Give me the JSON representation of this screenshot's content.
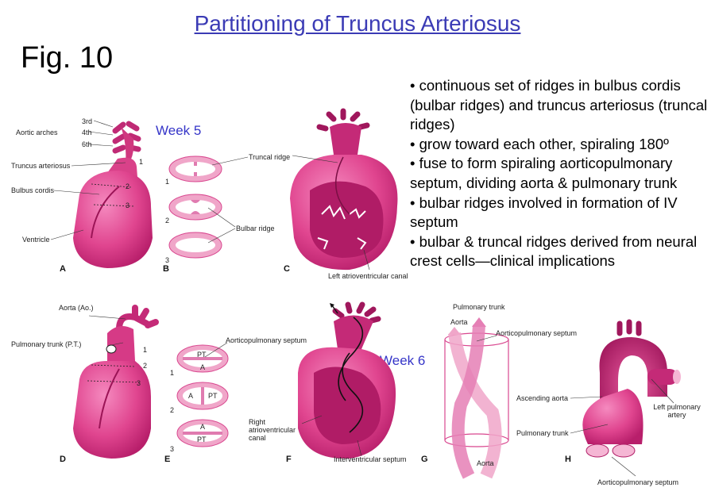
{
  "title": "Partitioning of Truncus Arteriosus",
  "fig_label": "Fig. 10",
  "bullets": [
    "• continuous set of ridges in bulbus cordis (bulbar ridges) and truncus arteriosus (truncal ridges)",
    "• grow toward each other, spiraling 180º",
    "• fuse to form spiraling aorticopulmonary septum, dividing aorta & pulmonary trunk",
    "• bulbar ridges involved in formation of IV septum",
    "• bulbar & truncal ridges derived from neural crest cells—clinical implications"
  ],
  "weeks": {
    "w5": "Week 5",
    "w6": "Week 6"
  },
  "panels": {
    "a": "A",
    "b": "B",
    "c": "C",
    "d": "D",
    "e": "E",
    "f": "F",
    "g": "G",
    "h": "H"
  },
  "labels": {
    "arch3": "3rd",
    "arch4": "4th",
    "arch6": "6th",
    "aortic_arches": "Aortic arches",
    "truncus_arteriosus": "Truncus arteriosus",
    "bulbus_cordis": "Bulbus cordis",
    "ventricle": "Ventricle",
    "truncal_ridge": "Truncal ridge",
    "bulbar_ridge": "Bulbar ridge",
    "left_av_canal": "Left atrioventricular canal",
    "aorta_ao": "Aorta (Ao.)",
    "pulmonary_trunk_pt": "Pulmonary trunk (P.T.)",
    "aorticopulmonary_septum_e": "Aorticopulmonary septum",
    "right_av_canal": "Right atrioventricular canal",
    "interventricular_septum": "Interventricular septum",
    "pulmonary_trunk_g": "Pulmonary trunk",
    "aorta_g_top": "Aorta",
    "aorticopulmonary_septum_g": "Aorticopulmonary septum",
    "aorta_g_bottom": "Aorta",
    "ascending_aorta": "Ascending aorta",
    "left_pulmonary_artery": "Left pulmonary artery",
    "pulmonary_trunk_h": "Pulmonary trunk",
    "aorticopulmonary_septum_h": "Aorticopulmonary septum"
  },
  "section_numbers": {
    "one": "1",
    "two": "2",
    "three": "3"
  },
  "section_letters": {
    "pt": "PT",
    "a": "A"
  },
  "colors": {
    "title": "#3b3bb5",
    "week": "#3535c8",
    "tissue": "#e0458f",
    "tissue_dark": "#b81f6b",
    "tissue_light": "#f0a6c9"
  }
}
